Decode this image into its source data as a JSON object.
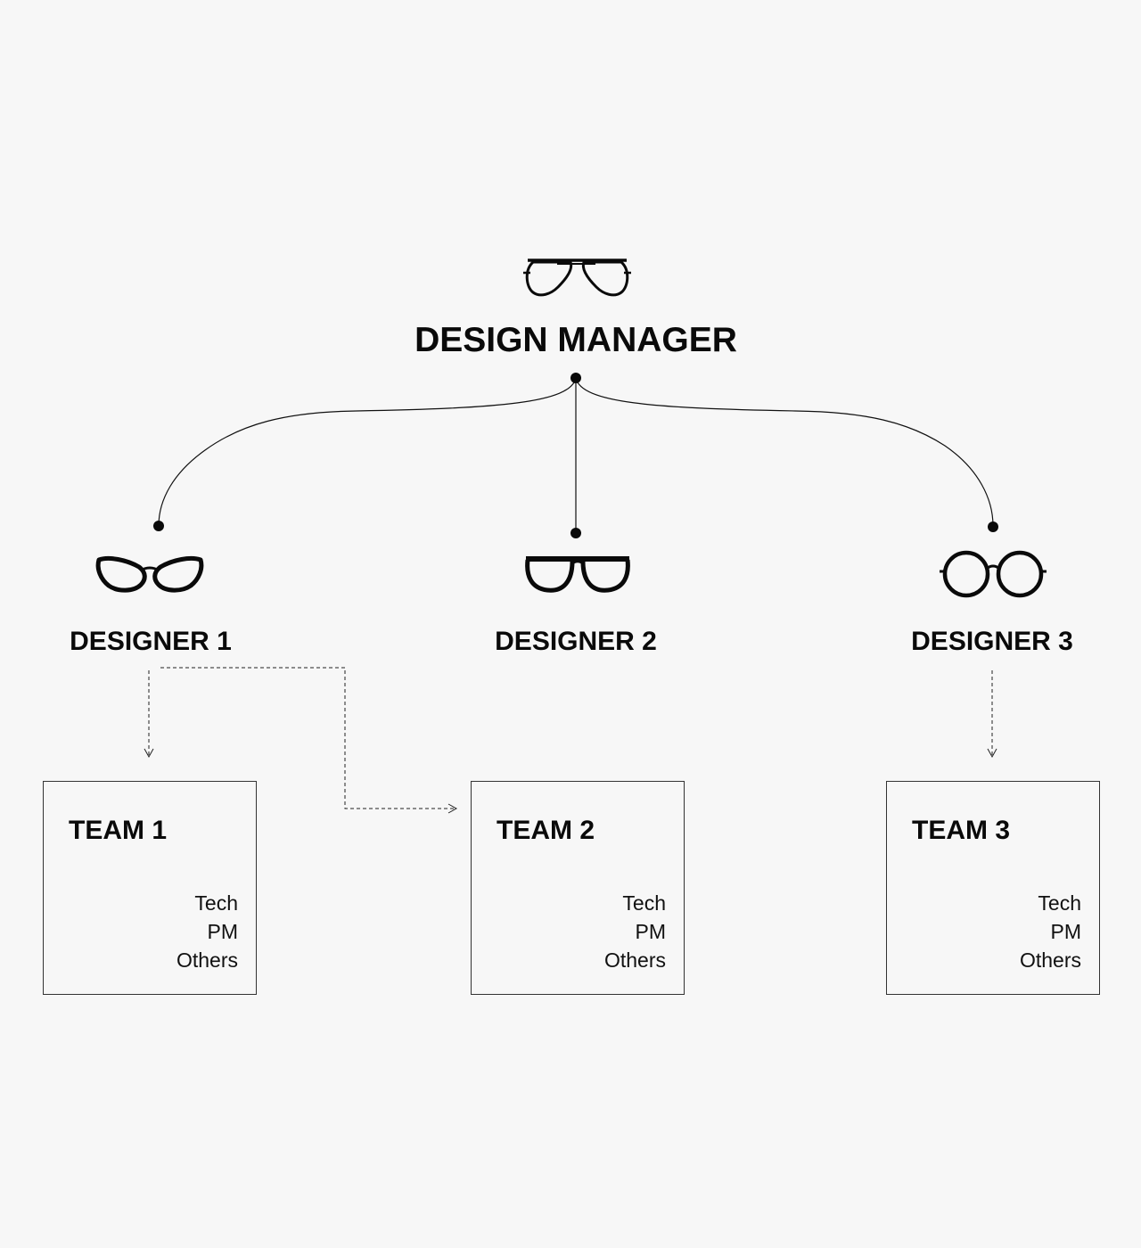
{
  "manager": {
    "title": "DESIGN MANAGER",
    "icon": "aviator-glasses-icon"
  },
  "designers": [
    {
      "title": "DESIGNER 1",
      "icon": "cat-eye-glasses-icon"
    },
    {
      "title": "DESIGNER 2",
      "icon": "wayfarer-glasses-icon"
    },
    {
      "title": "DESIGNER 3",
      "icon": "round-glasses-icon"
    }
  ],
  "teams": [
    {
      "title": "TEAM 1",
      "members": [
        "Tech",
        "PM",
        "Others"
      ]
    },
    {
      "title": "TEAM 2",
      "members": [
        "Tech",
        "PM",
        "Others"
      ]
    },
    {
      "title": "TEAM 3",
      "members": [
        "Tech",
        "PM",
        "Others"
      ]
    }
  ],
  "edges": [
    {
      "from": "DESIGN MANAGER",
      "to": "DESIGNER 1",
      "style": "solid"
    },
    {
      "from": "DESIGN MANAGER",
      "to": "DESIGNER 2",
      "style": "solid"
    },
    {
      "from": "DESIGN MANAGER",
      "to": "DESIGNER 3",
      "style": "solid"
    },
    {
      "from": "DESIGNER 1",
      "to": "TEAM 1",
      "style": "dashed-arrow"
    },
    {
      "from": "DESIGNER 1",
      "to": "TEAM 2",
      "style": "dashed-arrow"
    },
    {
      "from": "DESIGNER 3",
      "to": "TEAM 3",
      "style": "dashed-arrow"
    }
  ],
  "colors": {
    "background": "#f7f7f7",
    "ink": "#0a0a0a"
  }
}
